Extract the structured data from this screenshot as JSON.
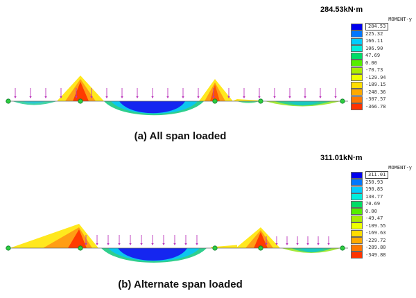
{
  "colors": {
    "load_arrow": "#bb33bb",
    "support_fill": "#2ecc40",
    "support_edge": "#0a7a2a",
    "max_positive": "#0000ee",
    "max_negative": "#ff3300"
  },
  "diagrams": [
    {
      "peak_label": "284.53kN·m",
      "caption": "(a) All span loaded",
      "legend": {
        "title": "MOMENT-y",
        "entries": [
          {
            "value": "284.53",
            "color": "#0000ee",
            "boxed": true
          },
          {
            "value": "225.32",
            "color": "#0077ff"
          },
          {
            "value": "166.11",
            "color": "#00ccff"
          },
          {
            "value": "106.90",
            "color": "#00eedd"
          },
          {
            "value": "47.69",
            "color": "#00dd66"
          },
          {
            "value": "0.00",
            "color": "#55ee00"
          },
          {
            "value": "-70.73",
            "color": "#aaee00"
          },
          {
            "value": "-129.94",
            "color": "#eeff00"
          },
          {
            "value": "-189.15",
            "color": "#ffdd00"
          },
          {
            "value": "-248.36",
            "color": "#ffaa00"
          },
          {
            "value": "-307.57",
            "color": "#ff7700"
          },
          {
            "value": "-366.78",
            "color": "#ff3300"
          }
        ]
      }
    },
    {
      "peak_label": "311.01kN·m",
      "caption": "(b) Alternate span loaded",
      "legend": {
        "title": "MOMENT-y",
        "entries": [
          {
            "value": "311.01",
            "color": "#0000ee",
            "boxed": true
          },
          {
            "value": "250.93",
            "color": "#0077ff"
          },
          {
            "value": "190.85",
            "color": "#00ccff"
          },
          {
            "value": "130.77",
            "color": "#00eedd"
          },
          {
            "value": "70.69",
            "color": "#00dd66"
          },
          {
            "value": "0.00",
            "color": "#55ee00"
          },
          {
            "value": "-49.47",
            "color": "#aaee00"
          },
          {
            "value": "-109.55",
            "color": "#eeff00"
          },
          {
            "value": "-169.63",
            "color": "#ffdd00"
          },
          {
            "value": "-229.72",
            "color": "#ffaa00"
          },
          {
            "value": "-289.80",
            "color": "#ff7700"
          },
          {
            "value": "-349.88",
            "color": "#ff3300"
          }
        ]
      }
    }
  ]
}
